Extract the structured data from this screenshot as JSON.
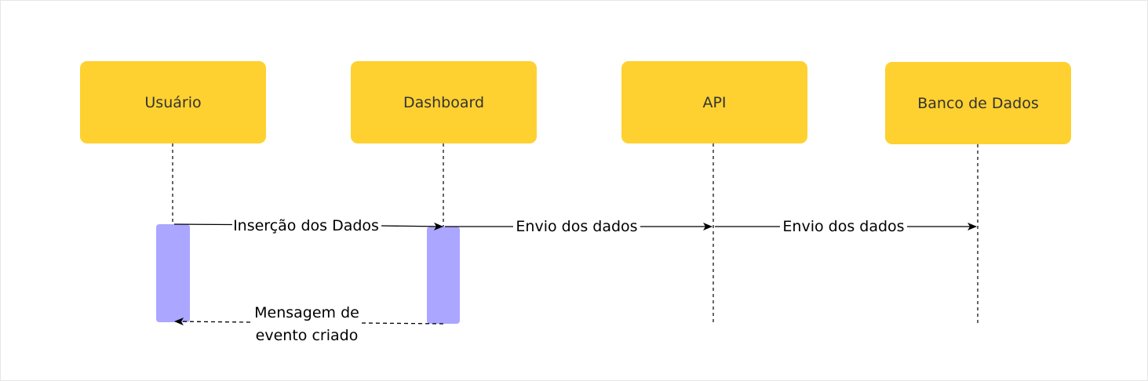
{
  "diagram": {
    "type": "sequence",
    "colors": {
      "actor_fill": "#FED130",
      "activation_fill": "#ABA6FF",
      "line": "#000000",
      "text": "#333333"
    },
    "participants": [
      {
        "id": "user",
        "label": "Usuário"
      },
      {
        "id": "dashboard",
        "label": "Dashboard"
      },
      {
        "id": "api",
        "label": "API"
      },
      {
        "id": "db",
        "label": "Banco de Dados"
      }
    ],
    "messages": [
      {
        "id": "m1",
        "from": "user",
        "to": "dashboard",
        "label": "Inserção dos Dados",
        "style": "solid"
      },
      {
        "id": "m2",
        "from": "dashboard",
        "to": "api",
        "label": "Envio dos dados",
        "style": "solid"
      },
      {
        "id": "m3",
        "from": "api",
        "to": "db",
        "label": "Envio dos dados",
        "style": "solid"
      },
      {
        "id": "m4",
        "from": "dashboard",
        "to": "user",
        "label_lines": [
          "Mensagem de",
          "evento criado"
        ],
        "style": "dashed"
      }
    ]
  }
}
